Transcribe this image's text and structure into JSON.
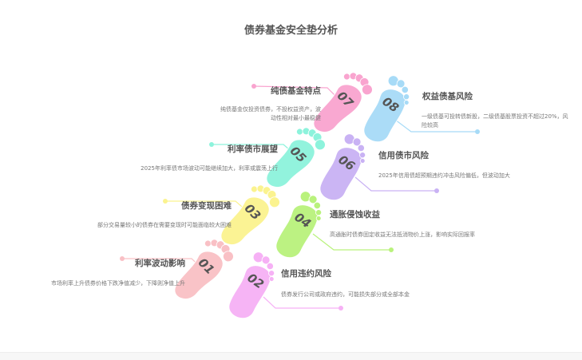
{
  "title": "债券基金安全垫分析",
  "items": [
    {
      "num": "01",
      "title": "利率波动影响",
      "desc": "市场利率上升债券价格下跌净值减少，下降则净值上升",
      "color": "#f9c0c5"
    },
    {
      "num": "02",
      "title": "信用违约风险",
      "desc": "债券发行公司或政府违约，可能损失部分或全部本金",
      "color": "#f6b1f5"
    },
    {
      "num": "03",
      "title": "债券变现困难",
      "desc": "部分交易量较小的债券在需要变现时可能面临较大困难",
      "color": "#fbf38f"
    },
    {
      "num": "04",
      "title": "通胀侵蚀收益",
      "desc": "高通胀时债券固定收益无法抵消物价上涨，影响实际回报率",
      "color": "#b9f27c"
    },
    {
      "num": "05",
      "title": "利率债市展望",
      "desc": "2025年利率债市场波动可能继续加大，利率或震荡上行",
      "color": "#8df3dc"
    },
    {
      "num": "06",
      "title": "信用债市风险",
      "desc": "2025年信用债超预期违约冲击风险偏低，但波动加大",
      "color": "#c9b2f4"
    },
    {
      "num": "07",
      "title": "纯债基金特点",
      "desc": "纯债基金仅投资债券，不投权益资产，波动性相对最小最稳健",
      "color": "#f9a4cf"
    },
    {
      "num": "08",
      "title": "权益债基风险",
      "desc": "一级债基可投转债新股，二级债基股票投资不超过20%，风险较高",
      "color": "#a7dbf7"
    }
  ]
}
